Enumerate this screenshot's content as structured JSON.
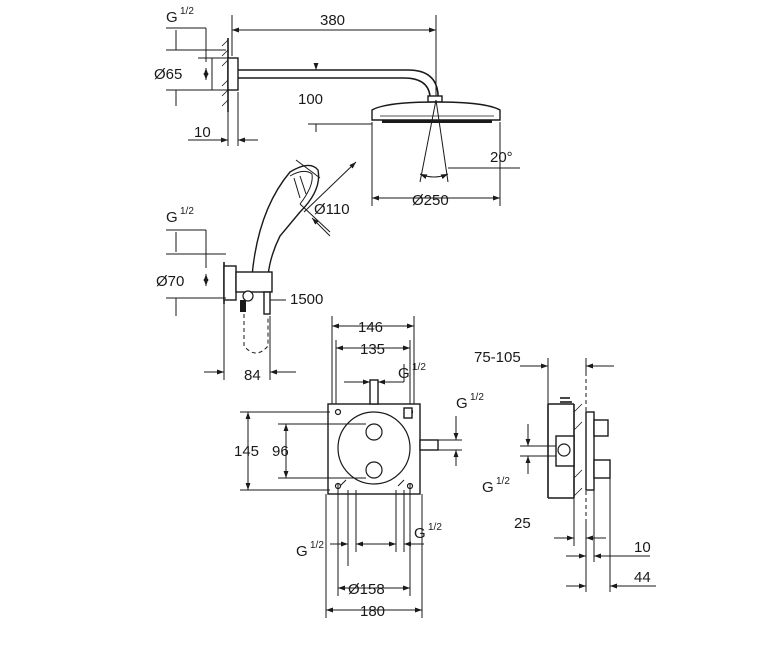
{
  "shower_head_view": {
    "thread_label": "G",
    "thread_fraction": "1/2",
    "dim_arm_length": "380",
    "dim_flange_diameter": "Ø65",
    "dim_head_drop": "100",
    "dim_wall_offset": "10",
    "dim_head_angle": "20°",
    "dim_head_diameter": "Ø250"
  },
  "hand_shower_view": {
    "dim_hand_shower_diameter": "Ø110",
    "thread_label": "G",
    "thread_fraction": "1/2",
    "dim_elbow_diameter": "Ø70",
    "dim_hose_length": "1500",
    "dim_holder_projection": "84"
  },
  "box_front_view": {
    "dim_width_outer": "146",
    "dim_width_inner": "135",
    "thread_label": "G",
    "thread_fraction": "1/2",
    "dim_height_outer": "145",
    "dim_height_inner": "96",
    "dim_faceplate_diameter": "Ø158",
    "dim_plate_width": "180"
  },
  "box_side_view": {
    "dim_depth_range": "75-105",
    "thread_label": "G",
    "thread_fraction": "1/2",
    "dim_plaster_depth": "25",
    "dim_front_offset": "10",
    "dim_projection": "44"
  }
}
